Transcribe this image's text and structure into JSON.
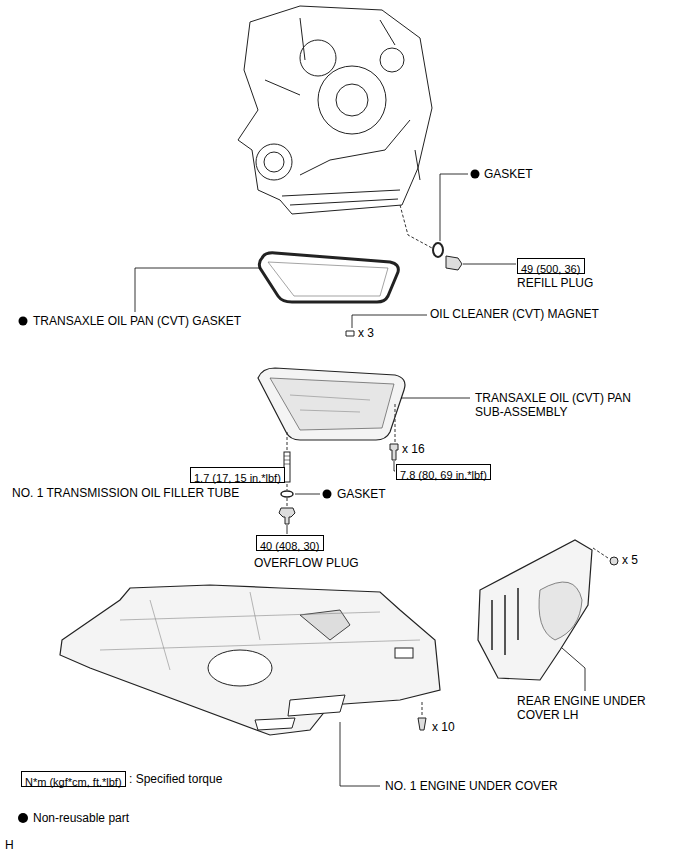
{
  "diagram": {
    "nodes": [
      {
        "text": [
          "49 (500, 36)"
        ]
      },
      {
        "text": [
          "1.7 (17, 15 in.*lbf)"
        ]
      },
      {
        "text": [
          "7.8 (80, 69 in.*lbf)"
        ]
      },
      {
        "text": [
          "40 (408, 30)"
        ]
      },
      {
        "text": [
          "N*m (kgf*cm, ft.*lbf)"
        ]
      }
    ],
    "labels": [
      "GASKET",
      "REFILL PLUG",
      "OIL CLEANER (CVT) MAGNET",
      "x 3",
      "TRANSAXLE OIL PAN (CVT) GASKET",
      "TRANSAXLE OIL (CVT) PAN SUB-ASSEMBLY",
      "x 16",
      "NO. 1 TRANSMISSION OIL FILLER TUBE",
      "GASKET",
      "OVERFLOW PLUG",
      "x 5",
      "REAR ENGINE UNDER COVER LH",
      "x 10",
      "NO. 1 ENGINE UNDER COVER",
      "H"
    ],
    "legend": [
      {
        "text": ": Specified torque"
      },
      {
        "text": "Non-reusable part",
        "color": "#000000"
      }
    ]
  }
}
